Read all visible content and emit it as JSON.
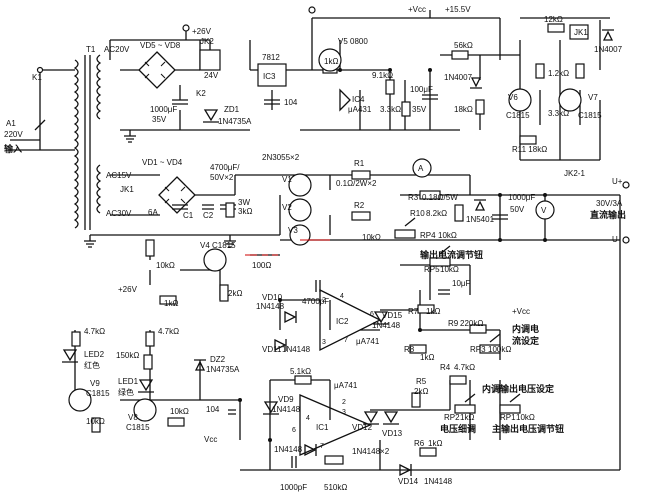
{
  "labels": {
    "vcc_top": "+Vcc",
    "v155": "+15.5V",
    "p26_top": "+26V",
    "p26_mid": "+26V",
    "vcc_bot": "Vcc",
    "vcc_right": "+Vcc",
    "t1": "T1",
    "k1": "K1",
    "a1": "A1",
    "v220": "220V",
    "in_cn": "输入",
    "ac20": "AC20V",
    "ac15": "AC15V",
    "ac30": "AC30V",
    "vd5_8": "VD5 ~ VD8",
    "vd1_4": "VD1 ~ VD4",
    "c1000_35": "1000μF",
    "v35a": "35V",
    "c4700": "4700μF/",
    "v50x2": "50V×2",
    "jk1a": "JK1",
    "a6": "6A",
    "c1": "C1",
    "c2": "C2",
    "r3w": "3W",
    "r3k": "3kΩ",
    "v3": "V3",
    "k2": "K2",
    "jk2": "JK2",
    "v24": "24V",
    "zd1": "ZD1",
    "in4735a": "1N4735A",
    "ic3_7812": "7812",
    "ic3": "IC3",
    "c104a": "104",
    "ic4": "IC4",
    "tl431": "μA431",
    "v5": "V5",
    "r0800": "0800",
    "r1k_a": "1kΩ",
    "r91k": "9.1kΩ",
    "r33k_a": "3.3kΩ",
    "c100": "100μF",
    "v35b": "35V",
    "r56k": "56kΩ",
    "in4007a": "1N4007",
    "r18k": "18kΩ",
    "v6": "V6",
    "c1815_a": "C1815",
    "r12k_a": "1.2kΩ",
    "r33k_b": "3.3kΩ",
    "v7": "V7",
    "c1815_b": "C1815",
    "r11_18k": "R11 18kΩ",
    "r12k": "12kΩ",
    "jk1b": "JK1",
    "in4007b": "1N4007",
    "n3055": "2N3055×2",
    "v1": "V1",
    "v2": "V2",
    "r1": "R1",
    "r1v": "0.1Ω/2W×2",
    "r2": "R2",
    "r10k_a": "10kΩ",
    "meter_a": "A",
    "meter_v": "V",
    "r3": "R3",
    "r3v": "0.18Ω/5W",
    "r10": "R10",
    "r10v": "8.2kΩ",
    "in5401": "1N5401",
    "c1000_50": "1000μF",
    "v50": "50V",
    "rp4": "RP4",
    "rp4v": "10kΩ",
    "jk2_1": "JK2-1",
    "uplus": "U+",
    "v30_3a": "30V/3A",
    "dc_out": "直流输出",
    "uminus": "U-",
    "v4": "V4",
    "c1815_c": "C1815",
    "r10k_b": "10kΩ",
    "r1k_b": "1kΩ",
    "r2k": "2kΩ",
    "r100_a": "100Ω",
    "cur_adj": "输出电流调节钮",
    "rp5": "RP5",
    "rp5v": "10kΩ",
    "c10uf": "10μF",
    "vd10": "VD10",
    "in4148_a": "1N4148",
    "c4700pf": "4700pF",
    "ic2": "IC2",
    "r7": "R7",
    "r7v": "1kΩ",
    "vd15": "VD15",
    "in4148_b": "1N4148",
    "r9": "R9",
    "r9v": "220kΩ",
    "r8": "R8",
    "r8v": "1kΩ",
    "rp3": "RP3",
    "rp3v": "100kΩ",
    "int_cur": "内调电",
    "int_cur2": "流设定",
    "vd11": "VD11",
    "in4148_c": "1N4148",
    "ua741_a": "μA741",
    "r47k_a": "4.7kΩ",
    "r47k_b": "4.7kΩ",
    "r150k": "150kΩ",
    "led2": "LED2",
    "red_cn": "红色",
    "led1": "LED1",
    "green_cn": "绿色",
    "v9": "V9",
    "c1815_d": "C1815",
    "v8": "V8",
    "c1815_e": "C1815",
    "r10k_c": "10kΩ",
    "r10k_d": "10kΩ",
    "dz2": "DZ2",
    "in4735a_b": "1N4735A",
    "c104b": "104",
    "r51k": "5.1kΩ",
    "ua741_b": "μA741",
    "vd9": "VD9",
    "in4148_d": "1N4148",
    "ic1": "IC1",
    "r4": "R4",
    "r4v": "4.7kΩ",
    "r5": "R5",
    "r5v": "2kΩ",
    "int_vol": "内调输出电压设定",
    "rp2": "RP2",
    "rp2v": "1kΩ",
    "rp1": "RP1",
    "rp1v": "10kΩ",
    "vol_fine": "电压细调",
    "vol_main": "主输出电压调节钮",
    "vd12": "VD12",
    "vd13": "VD13",
    "in4148x2": "1N4148×2",
    "r6": "R6",
    "r6v": "1kΩ",
    "in4148_e": "1N4148",
    "vd14": "VD14",
    "in4148_f": "1N4148",
    "c1000pf": "1000pF",
    "r510k": "510kΩ",
    "pin2a": "2",
    "pin3a": "3",
    "pin4a": "4",
    "pin6a": "6",
    "pin7a": "7",
    "pin2b": "2",
    "pin3b": "3",
    "pin4b": "4",
    "pin6b": "6",
    "pin7b": "7"
  }
}
